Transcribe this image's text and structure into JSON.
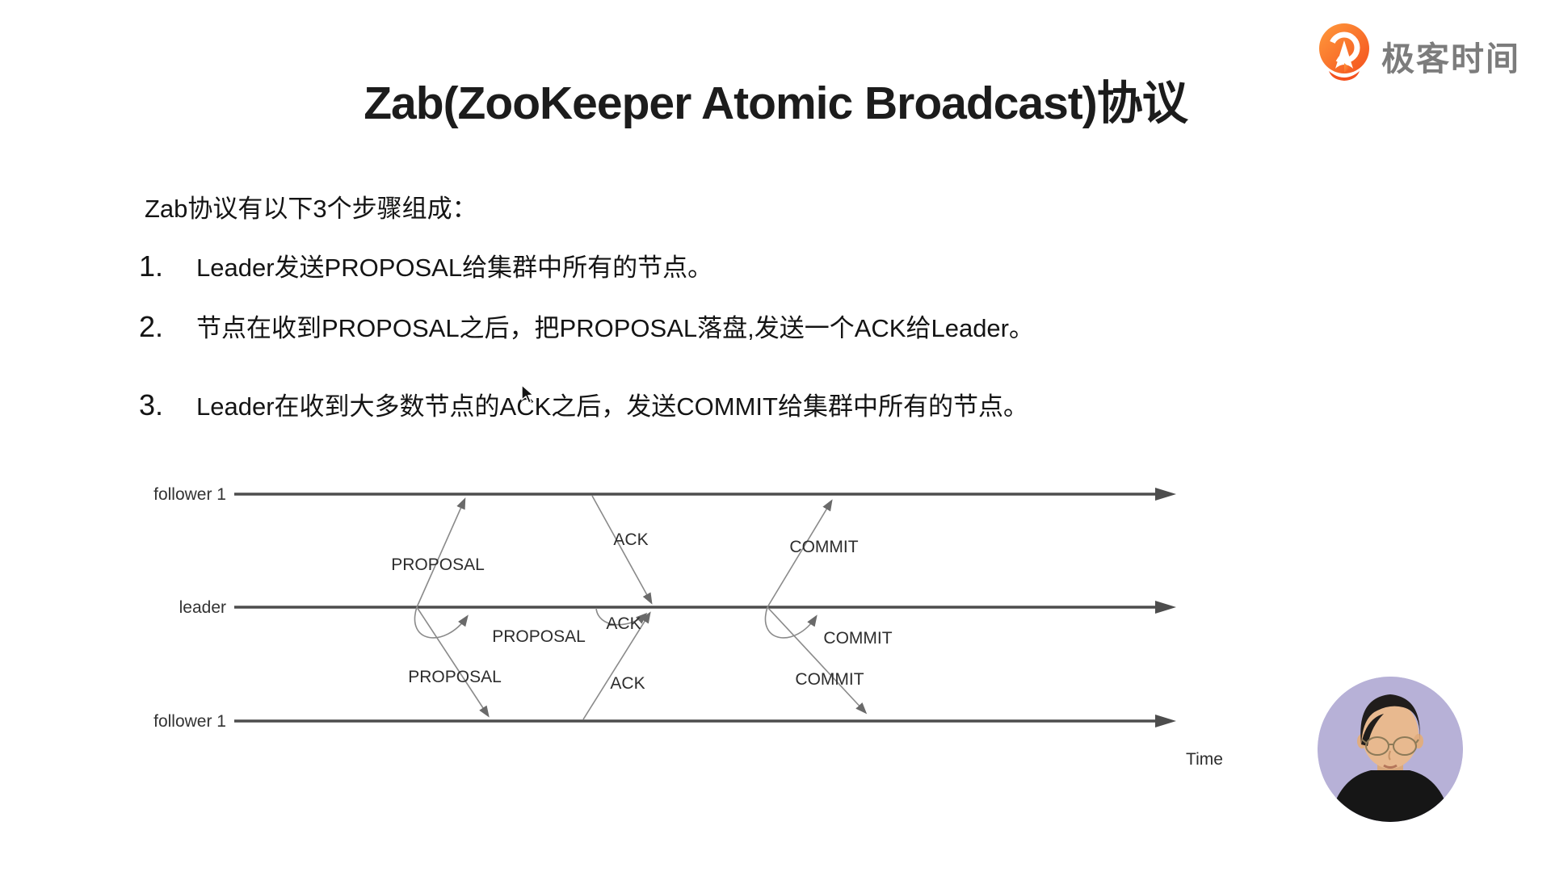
{
  "header": {
    "title": "Zab(ZooKeeper Atomic Broadcast)协议"
  },
  "brand": {
    "text": "极客时间",
    "orange": "#f4511e",
    "text_color": "#7c7c7c"
  },
  "content": {
    "intro": "Zab协议有以下3个步骤组成：",
    "steps": [
      {
        "num": "1.",
        "text": "Leader发送PROPOSAL给集群中所有的节点。"
      },
      {
        "num": "2.",
        "text": "节点在收到PROPOSAL之后，把PROPOSAL落盘,发送一个ACK给Leader。"
      },
      {
        "num": "3.",
        "text": "Leader在收到大多数节点的ACK之后，发送COMMIT给集群中所有的节点。"
      }
    ]
  },
  "diagram": {
    "lanes": [
      {
        "label": "follower 1"
      },
      {
        "label": "leader"
      },
      {
        "label": "follower 1"
      }
    ],
    "messages": {
      "proposal": "PROPOSAL",
      "ack": "ACK",
      "commit": "COMMIT"
    },
    "time_label": "Time",
    "line_color": "#4d4d4d",
    "arrow_color": "#8a8a8a",
    "arrowhead_color": "#6a6a6a"
  },
  "webcam": {
    "bg_color": "#b7b1d7"
  }
}
